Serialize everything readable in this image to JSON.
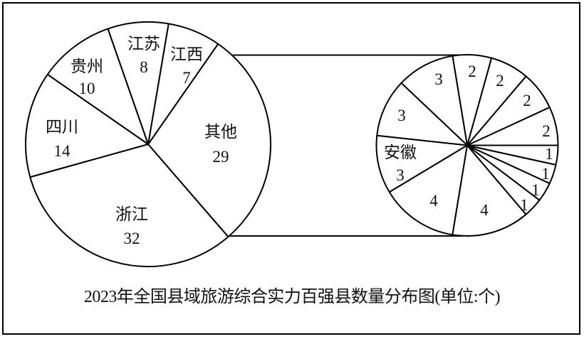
{
  "chart_data": {
    "type": "pie",
    "title": "2023年全国县域旅游综合实力百强县数量分布图(单位:个)",
    "unit": "个",
    "main_pie": {
      "categories": [
        "其他",
        "江西",
        "江苏",
        "贵州",
        "四川",
        "浙江"
      ],
      "values": [
        29,
        7,
        8,
        10,
        14,
        32
      ],
      "total": 100
    },
    "detail_pie": {
      "parent_category": "其他",
      "labels": [
        "",
        "",
        "",
        "",
        "",
        "",
        "安徽",
        "",
        "",
        "",
        "",
        "",
        ""
      ],
      "values": [
        2,
        2,
        2,
        2,
        3,
        3,
        3,
        4,
        4,
        1,
        1,
        1,
        1
      ],
      "total": 29
    },
    "colors": {
      "stroke": "#000000",
      "fill": "#ffffff",
      "text": "#111111"
    }
  },
  "caption": "2023年全国县域旅游综合实力百强县数量分布图(单位:个)"
}
